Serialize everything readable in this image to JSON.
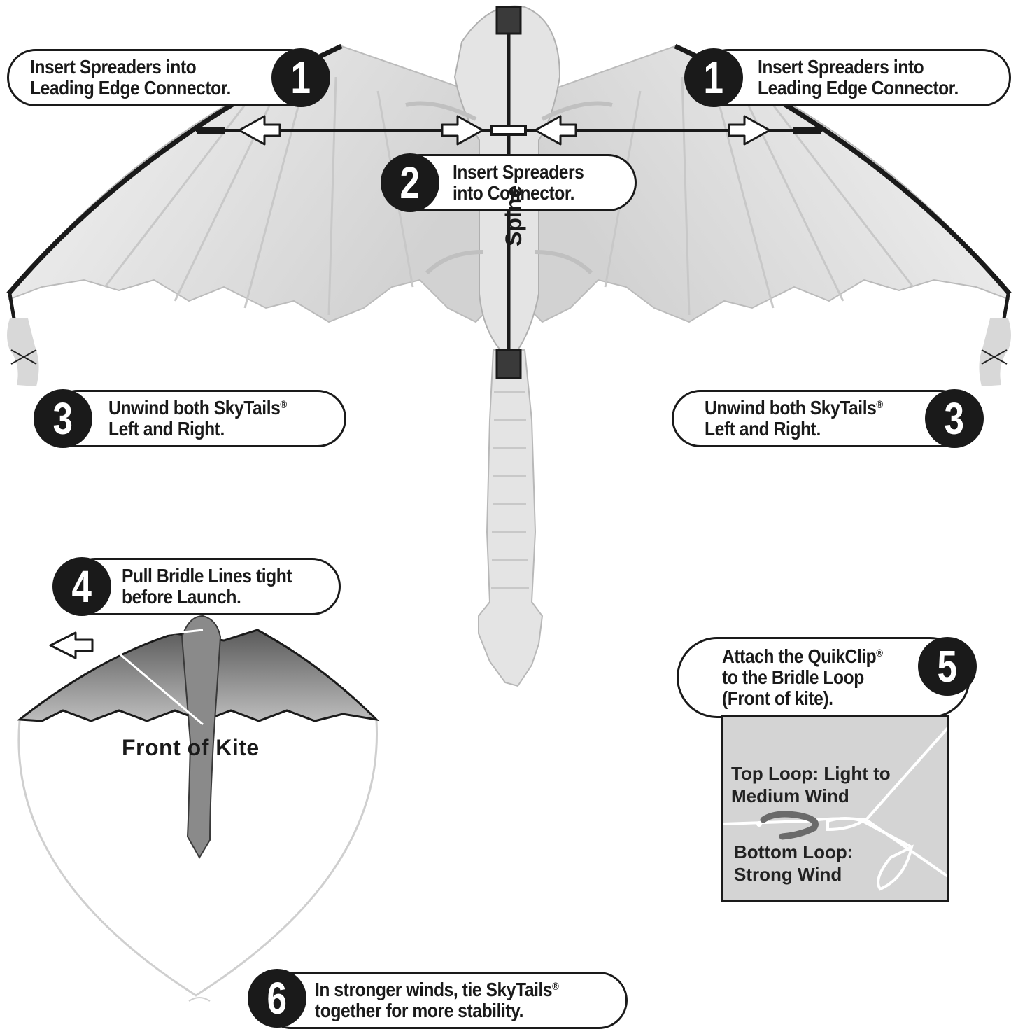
{
  "steps": {
    "s1_left": {
      "num": "1",
      "text": [
        "Insert Spreaders into",
        "Leading Edge Connector."
      ]
    },
    "s1_right": {
      "num": "1",
      "text": [
        "Insert Spreaders into",
        "Leading Edge Connector."
      ]
    },
    "s2": {
      "num": "2",
      "text": [
        "Insert Spreaders",
        "into Connector."
      ]
    },
    "s3_left": {
      "num": "3",
      "text": [
        "Unwind both SkyTails",
        "Left and Right."
      ]
    },
    "s3_right": {
      "num": "3",
      "text": [
        "Unwind both SkyTails",
        "Left and Right."
      ]
    },
    "s4": {
      "num": "4",
      "text": [
        "Pull Bridle Lines tight",
        "before Launch."
      ]
    },
    "s5": {
      "num": "5",
      "text": [
        "Attach the QuikClip",
        "to the  Bridle Loop",
        "(Front of kite)."
      ]
    },
    "s6": {
      "num": "6",
      "text": [
        "In stronger winds, tie SkyTails",
        "together for more stability."
      ]
    }
  },
  "registered_mark": "®",
  "labels": {
    "spine": "Spine",
    "front_of_kite": "Front of Kite",
    "top_loop": [
      "Top Loop: Light to",
      "Medium Wind"
    ],
    "bottom_loop": [
      "Bottom Loop:",
      "Strong Wind"
    ]
  },
  "colors": {
    "ink": "#1a1a1a",
    "kite_light": "#e6e6e6",
    "kite_dark": "#8a8a8a",
    "bridle_panel": "#d4d4d4"
  }
}
